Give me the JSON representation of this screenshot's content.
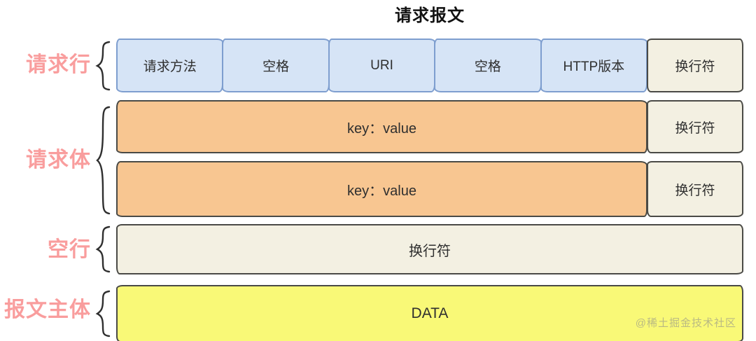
{
  "title": "请求报文",
  "sections": {
    "request_line_label": "请求行",
    "request_body_label": "请求体",
    "empty_line_label": "空行",
    "message_body_label": "报文主体"
  },
  "request_line": {
    "cells": [
      "请求方法",
      "空格",
      "URI",
      "空格",
      "HTTP版本"
    ],
    "newline": "换行符"
  },
  "request_headers": {
    "rows": [
      {
        "content": "key：value",
        "newline": "换行符"
      },
      {
        "content": "key：value",
        "newline": "换行符"
      }
    ]
  },
  "empty_line": {
    "content": "换行符"
  },
  "message_body": {
    "content": "DATA"
  },
  "watermark": "@稀土掘金技术社区",
  "colors": {
    "label_pink": "#f99d9d",
    "blue_fill": "#d6e4f6",
    "blue_border": "#7e9ecf",
    "orange_fill": "#f8c691",
    "cream_fill": "#f3f0e2",
    "yellow_fill": "#f9f977",
    "dark_border": "#4a4a46",
    "title_text": "#111111"
  }
}
